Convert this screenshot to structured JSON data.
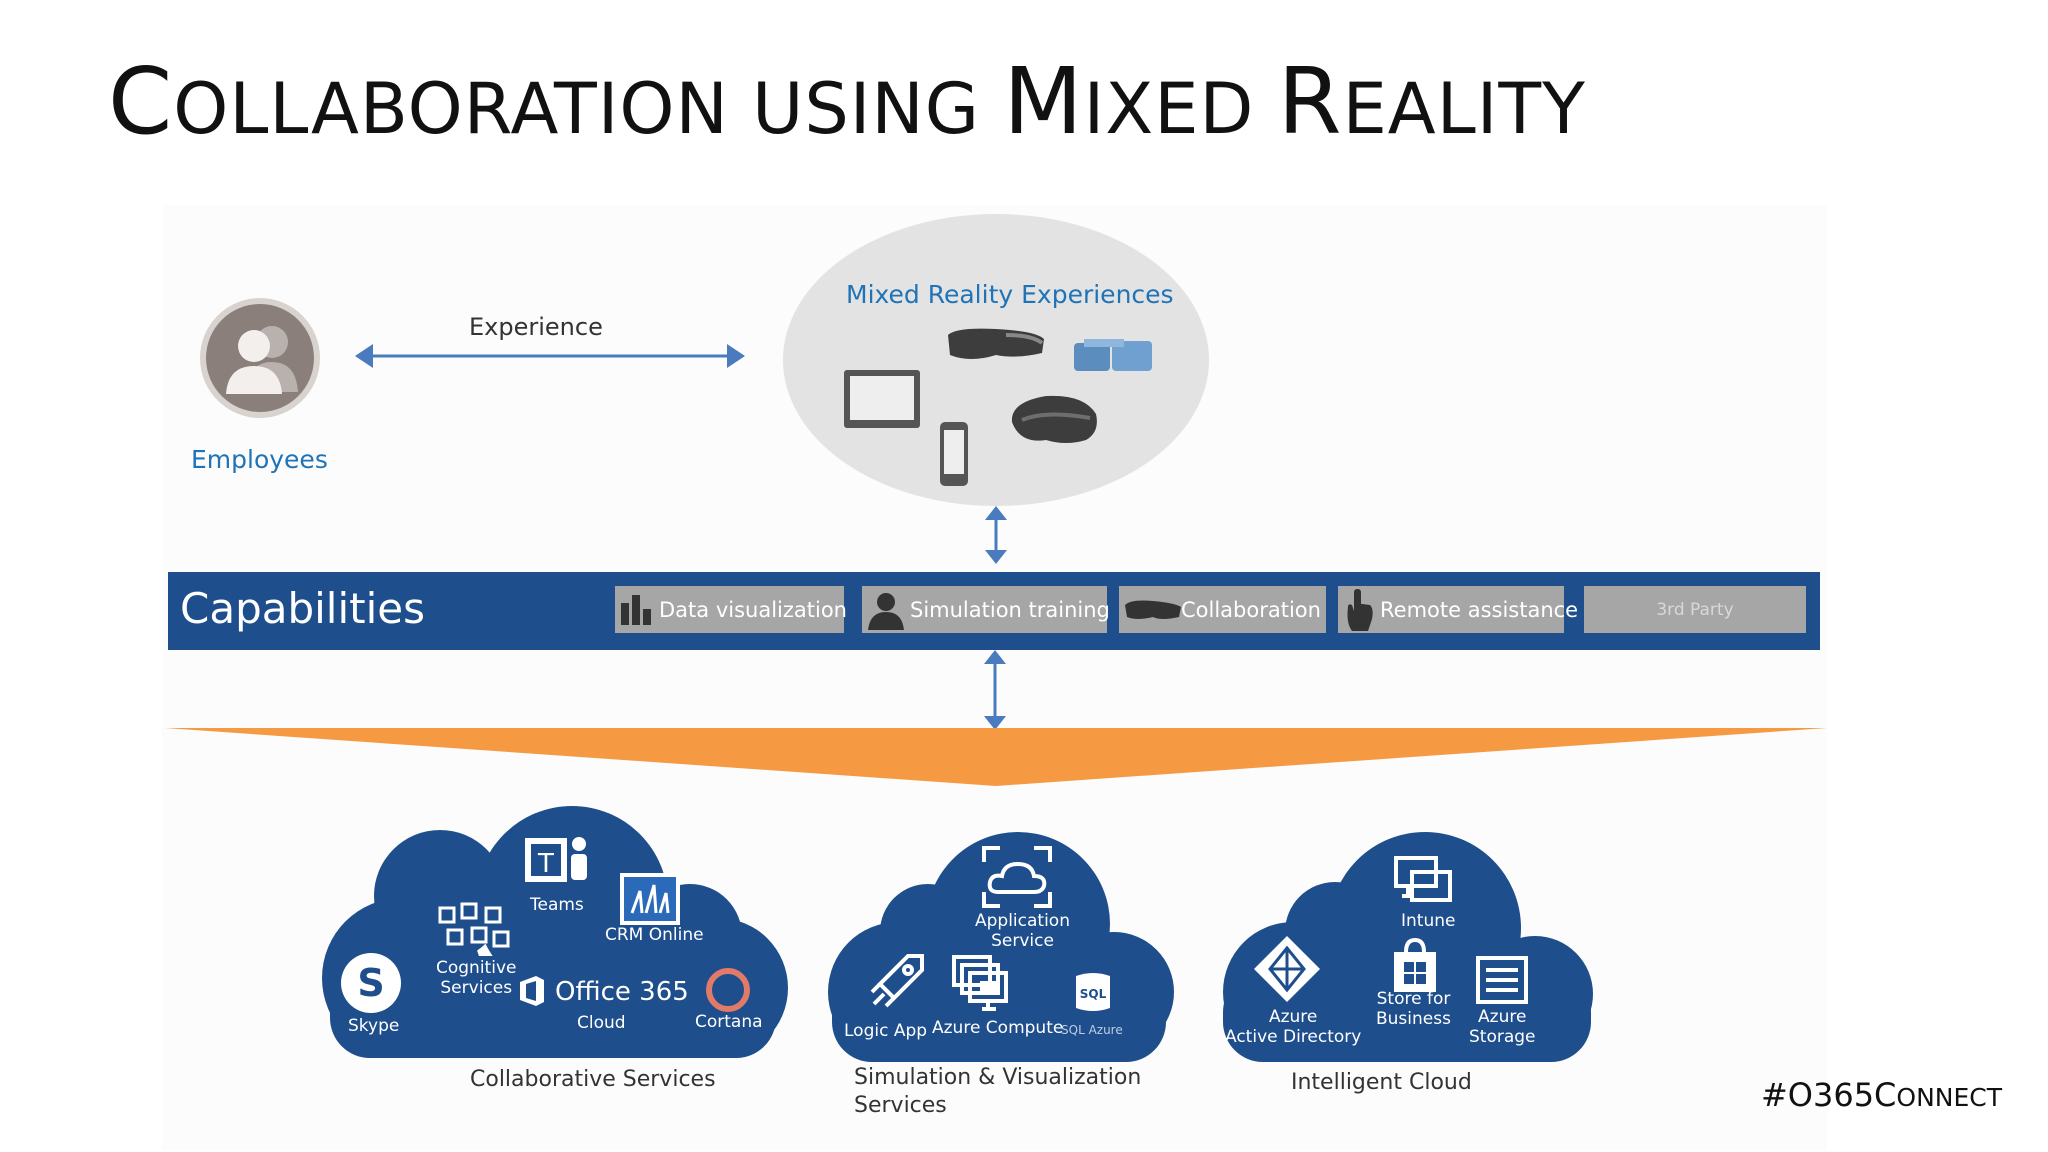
{
  "title": {
    "first_c": "C",
    "first_rest": "OLLABORATION USING ",
    "m": "M",
    "m_rest": "IXED ",
    "r": "R",
    "r_rest": "EALITY"
  },
  "employees": {
    "label": "Employees",
    "arrow_label": "Experience"
  },
  "mixed_reality": {
    "label": "Mixed Reality Experiences"
  },
  "capabilities": {
    "title": "Capabilities",
    "chips": [
      {
        "label": "Data visualization",
        "icon": "bar-chart-icon"
      },
      {
        "label": "Simulation training",
        "icon": "person-icon"
      },
      {
        "label": "Collaboration",
        "icon": "headset-icon"
      },
      {
        "label": "Remote assistance",
        "icon": "hand-pointer-icon"
      },
      {
        "label": "3rd Party",
        "icon": ""
      }
    ]
  },
  "clouds": {
    "collaborative": {
      "label": "Collaborative Services",
      "items": {
        "teams": "Teams",
        "crm": "CRM Online",
        "cognitive": "Cognitive\nServices",
        "skype": "Skype",
        "office365": "Office 365",
        "office365_sub": "Cloud",
        "cortana": "Cortana"
      }
    },
    "simulation": {
      "label": "Simulation & Visualization\nServices",
      "items": {
        "app_service": "Application\nService",
        "logic_app": "Logic App",
        "azure_compute": "Azure Compute",
        "sql_azure": "SQL Azure"
      }
    },
    "intelligent": {
      "label": "Intelligent Cloud",
      "items": {
        "intune": "Intune",
        "aad": "Azure\nActive Directory",
        "store": "Store for\nBusiness",
        "storage": "Azure\nStorage"
      }
    }
  },
  "hashtag": {
    "prefix": "#O365C",
    "rest": "ONNECT"
  },
  "colors": {
    "navy": "#1f4e8c",
    "orange": "#f59a43",
    "blue_text": "#1f73b7",
    "chip_gray": "#a6a6a6",
    "ellipse_gray": "#e3e3e3"
  }
}
